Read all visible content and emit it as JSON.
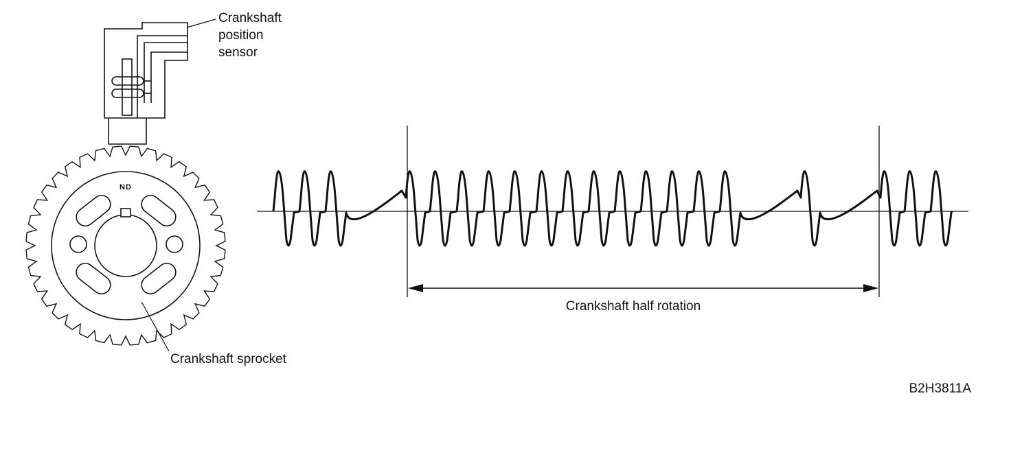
{
  "labels": {
    "sensor_line1": "Crankshaft",
    "sensor_line2": "position",
    "sensor_line3": "sensor",
    "sprocket": "Crankshaft sprocket",
    "sprocket_mark": "ND",
    "half_rotation": "Crankshaft half rotation",
    "figure_code": "B2H3811A"
  },
  "colors": {
    "ink": "#111111",
    "background": "#ffffff"
  }
}
